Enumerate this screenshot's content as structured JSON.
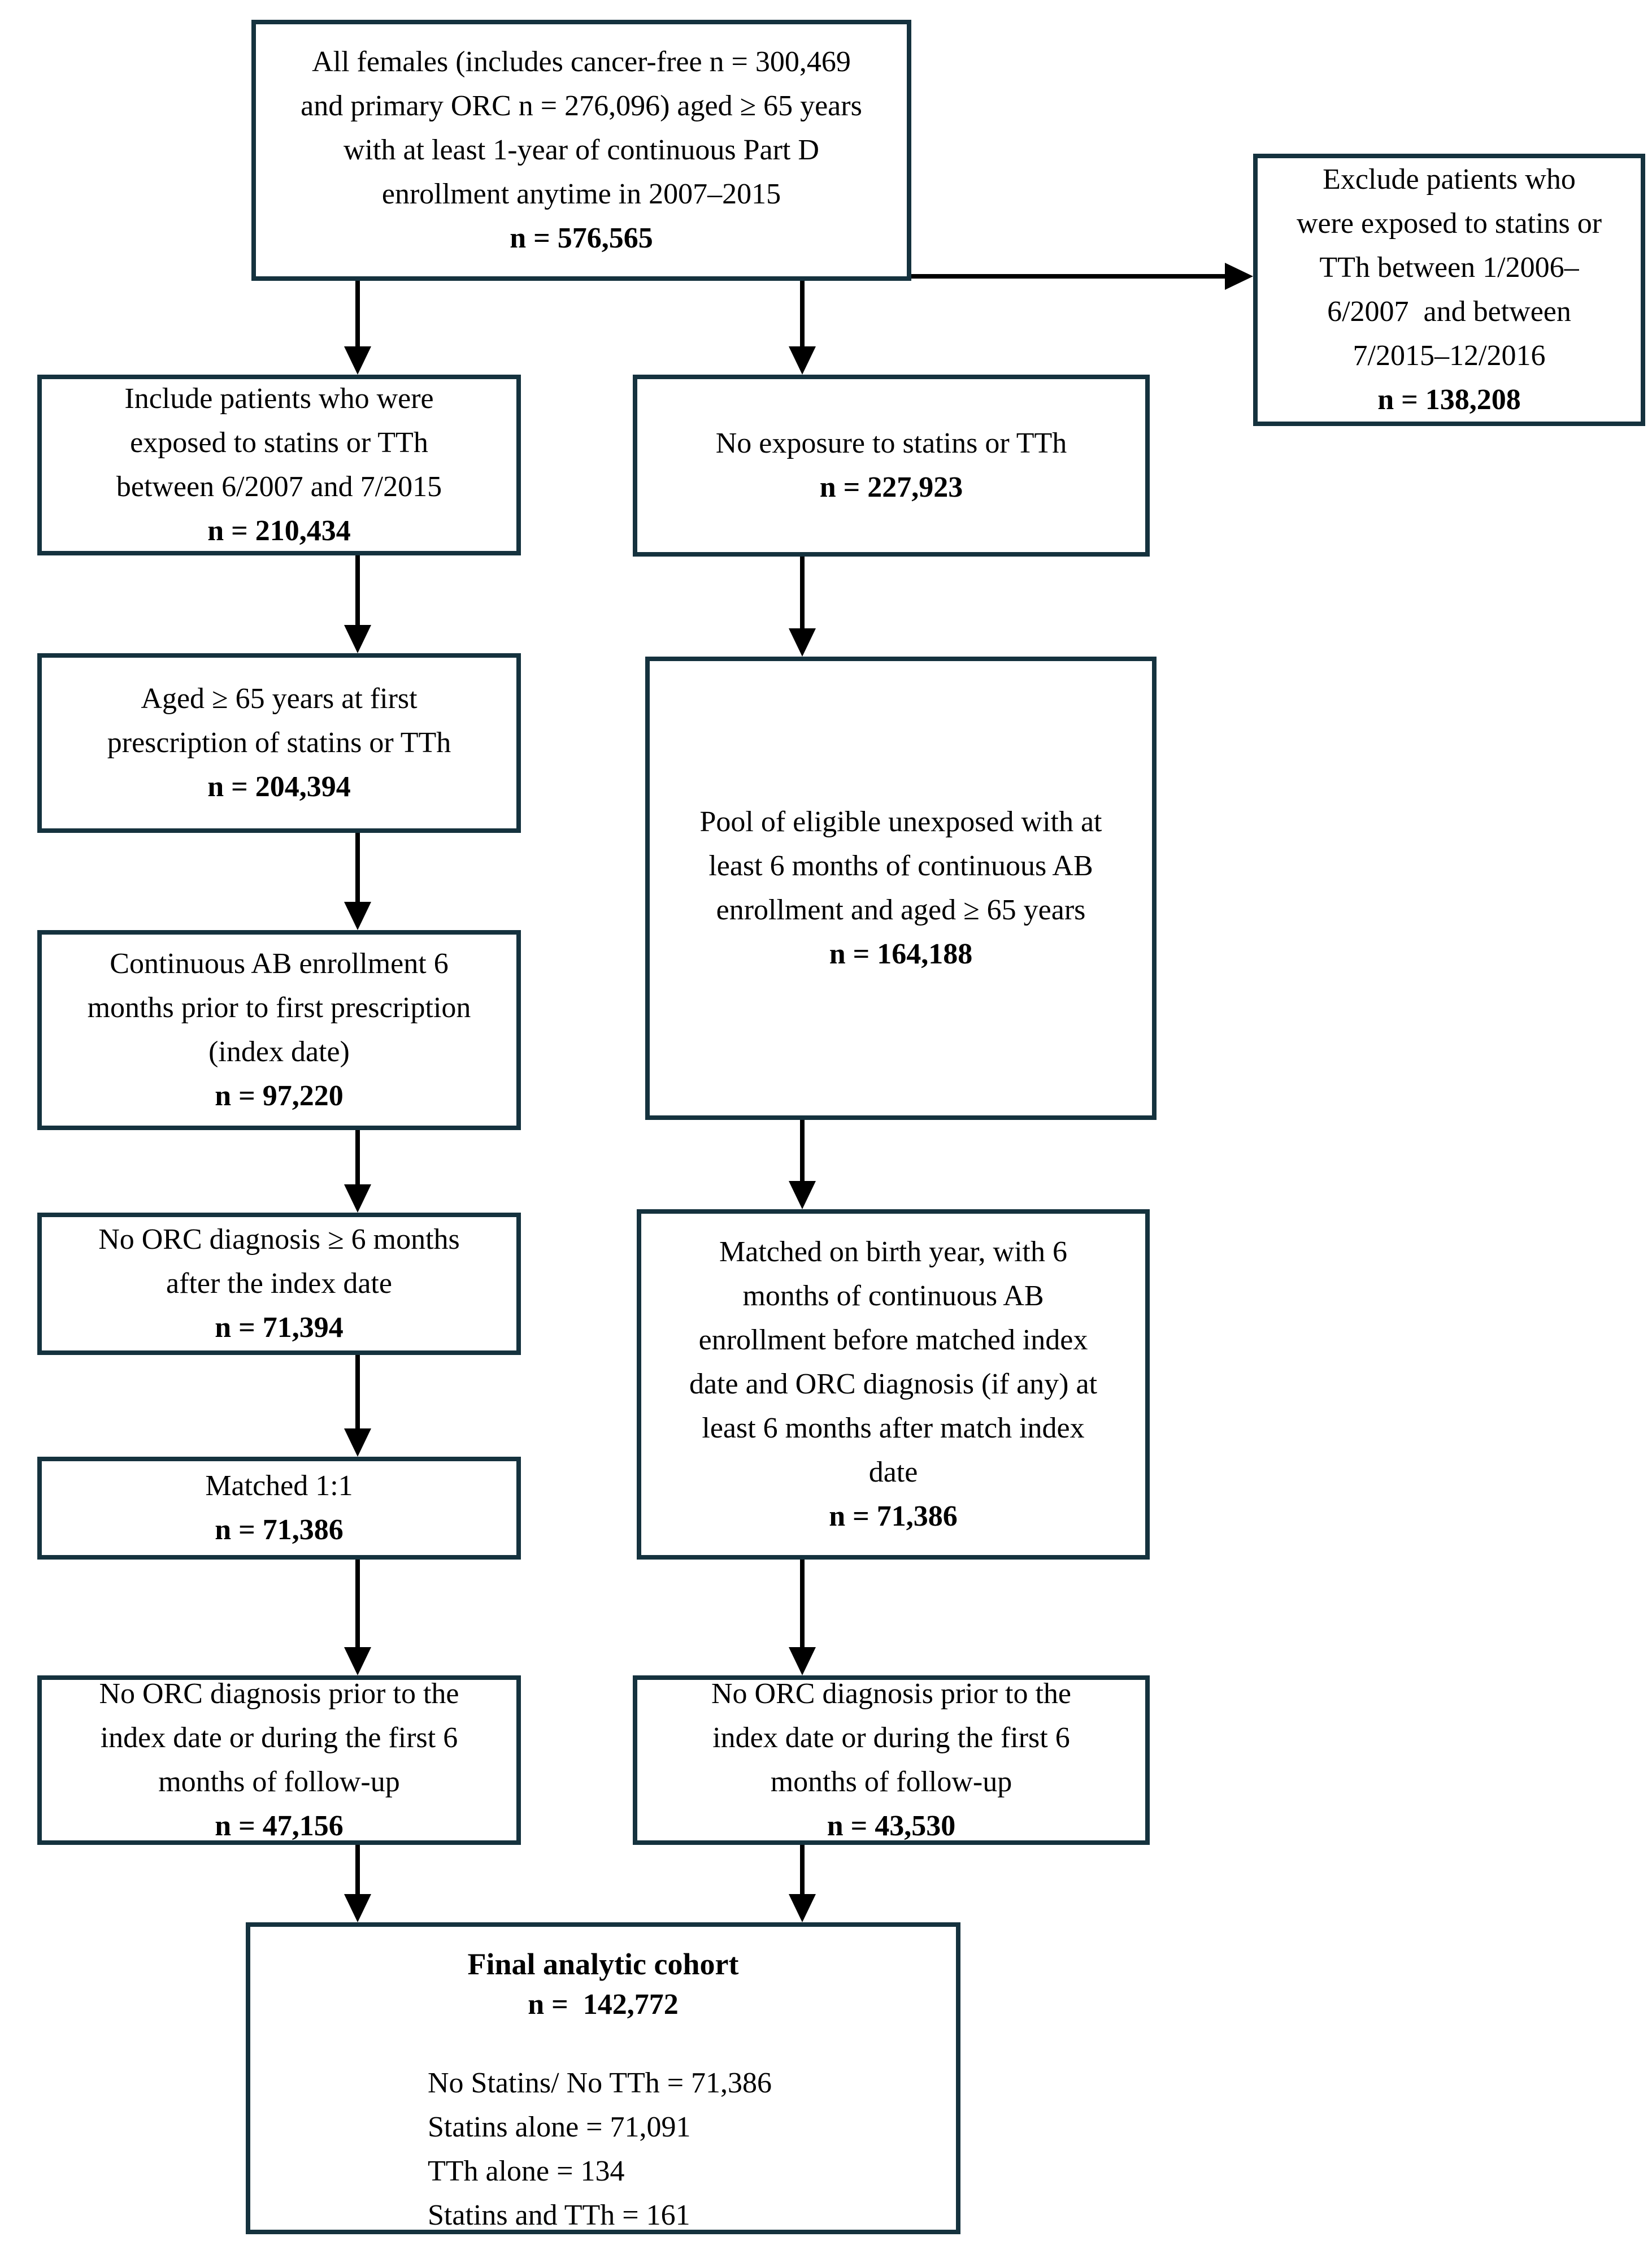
{
  "figure": {
    "type": "patient-flow-diagram"
  },
  "colors": {
    "box_border": "#15323e",
    "arrow": "#000000",
    "background": "#ffffff",
    "text": "#000000"
  },
  "boxes": {
    "all_females": {
      "text": "All females (includes cancer-free n = 300,469\nand primary ORC n = 276,096) aged ≥ 65 years\nwith at least 1-year of continuous Part D\nenrollment anytime in 2007–2015",
      "n": "n = 576,565"
    },
    "exclude": {
      "text": "Exclude patients who\nwere exposed to statins or\nTTh between 1/2006–\n6/2007  and between\n7/2015–12/2016",
      "n": "n = 138,208"
    },
    "include": {
      "text": "Include patients who were\nexposed to statins or TTh\nbetween 6/2007 and 7/2015",
      "n": "n = 210,434"
    },
    "no_exposure": {
      "text": "No exposure to statins or TTh",
      "n": "n = 227,923"
    },
    "aged": {
      "text": "Aged ≥ 65 years at first\nprescription of statins or TTh",
      "n": "n = 204,394"
    },
    "pool": {
      "text": "Pool of eligible unexposed with at\nleast 6 months of continuous AB\nenrollment and aged ≥ 65 years",
      "n": "n = 164,188"
    },
    "continuous": {
      "text": "Continuous AB enrollment 6\nmonths prior to first prescription\n(index date)",
      "n": "n = 97,220"
    },
    "no_orc_6": {
      "text": "No ORC diagnosis ≥ 6 months\nafter the index date",
      "n": "n = 71,394"
    },
    "matched_birth": {
      "text": "Matched on birth year, with 6\nmonths of continuous AB\nenrollment before matched index\ndate and ORC diagnosis (if any) at\nleast 6 months after match index\ndate",
      "n": "n = 71,386"
    },
    "matched_11": {
      "text": "Matched 1:1",
      "n": "n = 71,386"
    },
    "no_orc_prior_left": {
      "text": "No ORC diagnosis prior to the\nindex date or during the first 6\nmonths of follow-up",
      "n": "n = 47,156"
    },
    "no_orc_prior_mid": {
      "text": "No ORC diagnosis prior to the\nindex date or during the first 6\nmonths of follow-up",
      "n": "n = 43,530"
    },
    "final": {
      "title": "Final analytic cohort",
      "n": "n =  142,772",
      "breakdown": [
        "No Statins/ No TTh = 71,386",
        "Statins alone = 71,091",
        "TTh alone = 134",
        "Statins and TTh = 161"
      ]
    }
  }
}
